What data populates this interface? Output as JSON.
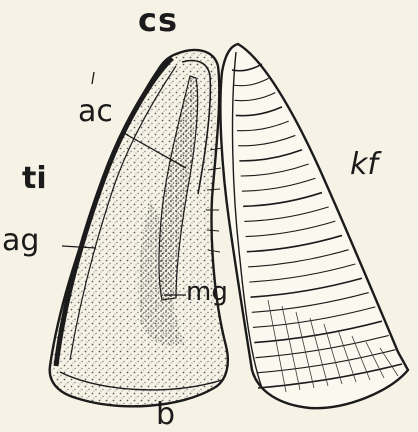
{
  "figure": {
    "labels": {
      "cs": "cs",
      "ac": "ac",
      "ti": "ti",
      "kf": "kf",
      "ag": "ag",
      "mg": "mg",
      "b": "b"
    },
    "colors": {
      "background": "#f6f3e6",
      "ink": "#1b1b1b",
      "stipple": "#6b6b6b"
    }
  }
}
